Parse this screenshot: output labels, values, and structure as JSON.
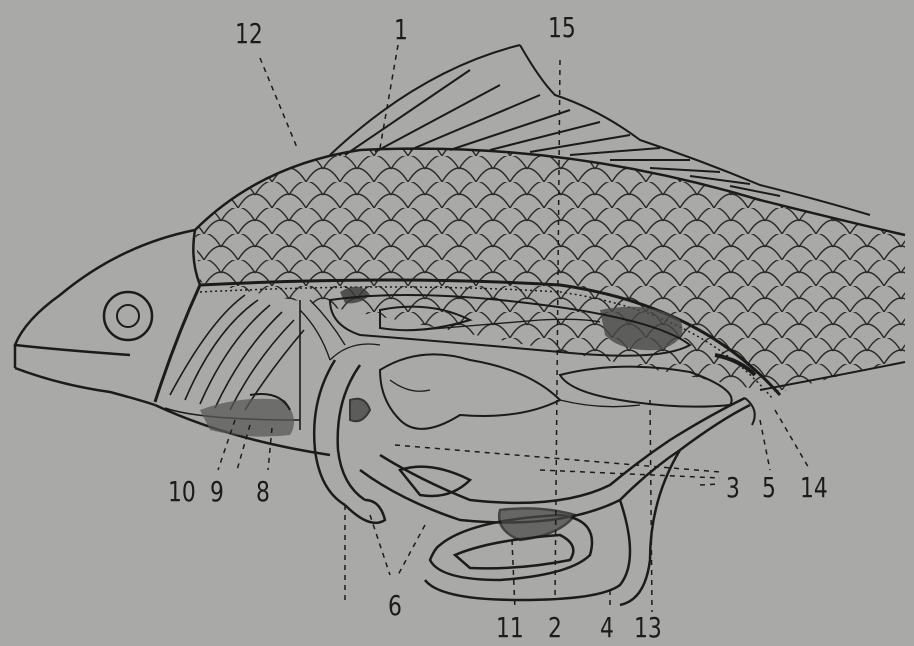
{
  "colors": {
    "paper": "#a9a9a7",
    "ink": "#1b1b1b",
    "shade": "#5a5a58"
  },
  "labels": {
    "l1": "1",
    "l2": "2",
    "l3": "3",
    "l4": "4",
    "l5": "5",
    "l6": "6",
    "l8": "8",
    "l9": "9",
    "l10": "10",
    "l11": "11",
    "l12": "12",
    "l13": "13",
    "l14": "14",
    "l15": "15"
  }
}
